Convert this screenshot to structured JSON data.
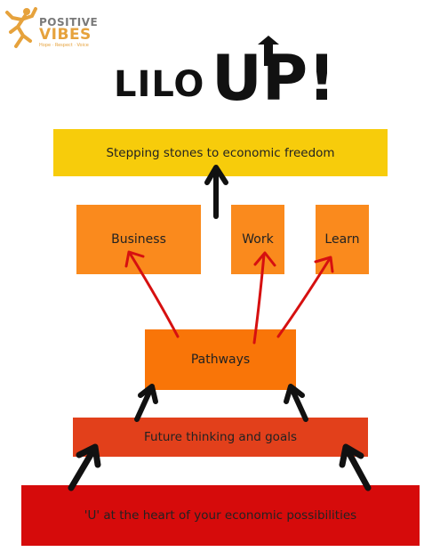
{
  "logo": {
    "line1": "POSITIVE",
    "line2": "VIBES",
    "tagline": "Hope · Respect · Voice"
  },
  "title": {
    "lilo": "LILO",
    "up": "UP!"
  },
  "levels": {
    "top": "Stepping stones to economic freedom",
    "business": "Business",
    "work": "Work",
    "learn": "Learn",
    "pathways": "Pathways",
    "future": "Future thinking and goals",
    "base": "'U' at the heart of your economic possibilities"
  },
  "colors": {
    "yellow": "#f7cc0b",
    "orange_light": "#fa8a1d",
    "orange": "#f97508",
    "red_orange": "#e2401b",
    "red": "#d60b0b",
    "arrow_black": "#111111",
    "arrow_red": "#d61010"
  }
}
